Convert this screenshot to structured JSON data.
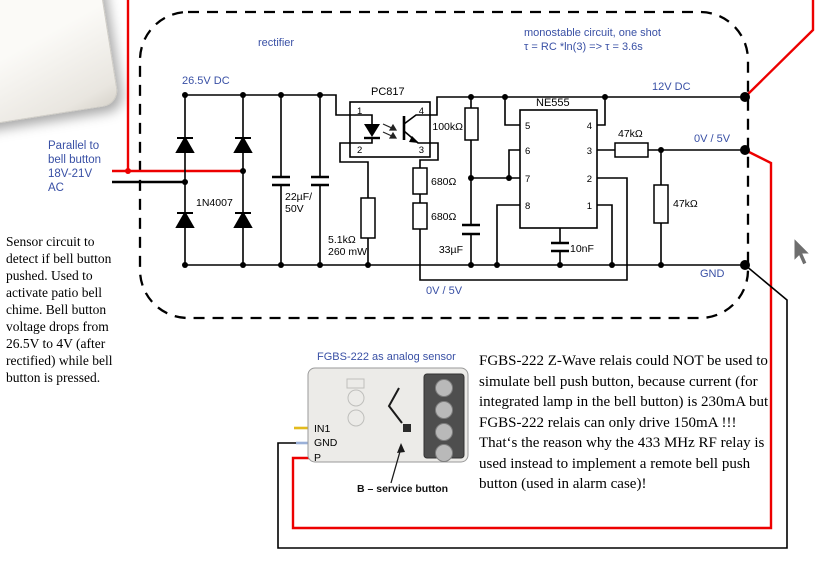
{
  "colors": {
    "accent_blue": "#3950a5",
    "wire_red": "#ed0000"
  },
  "schematic": {
    "section_rectifier": "rectifier",
    "monostable_title": "monostable circuit, one shot",
    "monostable_formula": "τ = RC *ln(3) => τ = 3.6s",
    "rails": {
      "vin": "26.5V DC",
      "v12": "12V DC",
      "out": "0V / 5V",
      "out_bottom": "0V / 5V",
      "gnd": "GND"
    },
    "components": {
      "bridge_diode": "1N4007",
      "filter_cap_value": "22µF/",
      "filter_cap_voltage": "50V",
      "led_resistor_value": "5.1kΩ",
      "led_resistor_power": "260 mW",
      "optocoupler": "PC817",
      "pullup_resistor": "100kΩ",
      "divider_resistor_top": "680Ω",
      "divider_resistor_bottom": "680Ω",
      "timer_ic": "NE555",
      "timing_cap": "33µF",
      "control_cap": "10nF",
      "output_resistor": "47kΩ",
      "load_resistor": "47kΩ"
    },
    "pc817_pins": [
      "1",
      "2",
      "4",
      "3"
    ],
    "ne555_pins_left": [
      "5",
      "6",
      "7",
      "8"
    ],
    "ne555_pins_right": [
      "4",
      "3",
      "2",
      "1"
    ]
  },
  "notes": {
    "parallel": "Parallel to bell button 18V-21V AC",
    "left": "Sensor circuit to detect if  bell button pushed. Used to activate patio bell chime. Bell button voltage drops from 26.5V to 4V (after rectified) while bell button is pressed.",
    "right": "FGBS-222 Z-Wave relais could NOT be used to simulate bell push button, because current (for integrated lamp in the bell button) is 230mA but FGBS-222 relais can only drive 150mA !!! That‘s the reason why the 433 MHz RF relay is used instead to implement a remote bell push button (used in alarm case)!"
  },
  "fgbs": {
    "label": "FGBS-222 as analog sensor",
    "terminals": [
      "IN1",
      "GND",
      "P"
    ],
    "service_button_label": "B – service button"
  }
}
